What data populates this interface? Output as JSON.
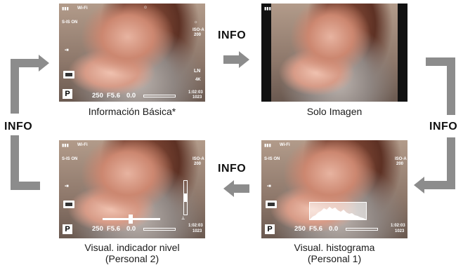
{
  "labels": {
    "info_top": "INFO",
    "info_left": "INFO",
    "info_right": "INFO",
    "info_bottom": "INFO"
  },
  "captions": {
    "basic": "Información Básica*",
    "image_only": "Solo Imagen",
    "level_line1": "Visual. indicador nivel",
    "level_line2": "(Personal 2)",
    "histogram_line1": "Visual. histograma",
    "histogram_line2": "(Personal 1)"
  },
  "osd": {
    "mode": "P",
    "shutter": "250",
    "aperture": "F5.6",
    "exposure": "0.0",
    "shots": "1023",
    "time": "1:02:03",
    "wifi": "Wi-Fi",
    "iso": "ISO-A",
    "iso_value": "200",
    "quality": "LN",
    "stab": "S-IS ON",
    "fps": "4K"
  },
  "colors": {
    "arrow": "#8c8c8c",
    "panel_bg": "#111111"
  }
}
